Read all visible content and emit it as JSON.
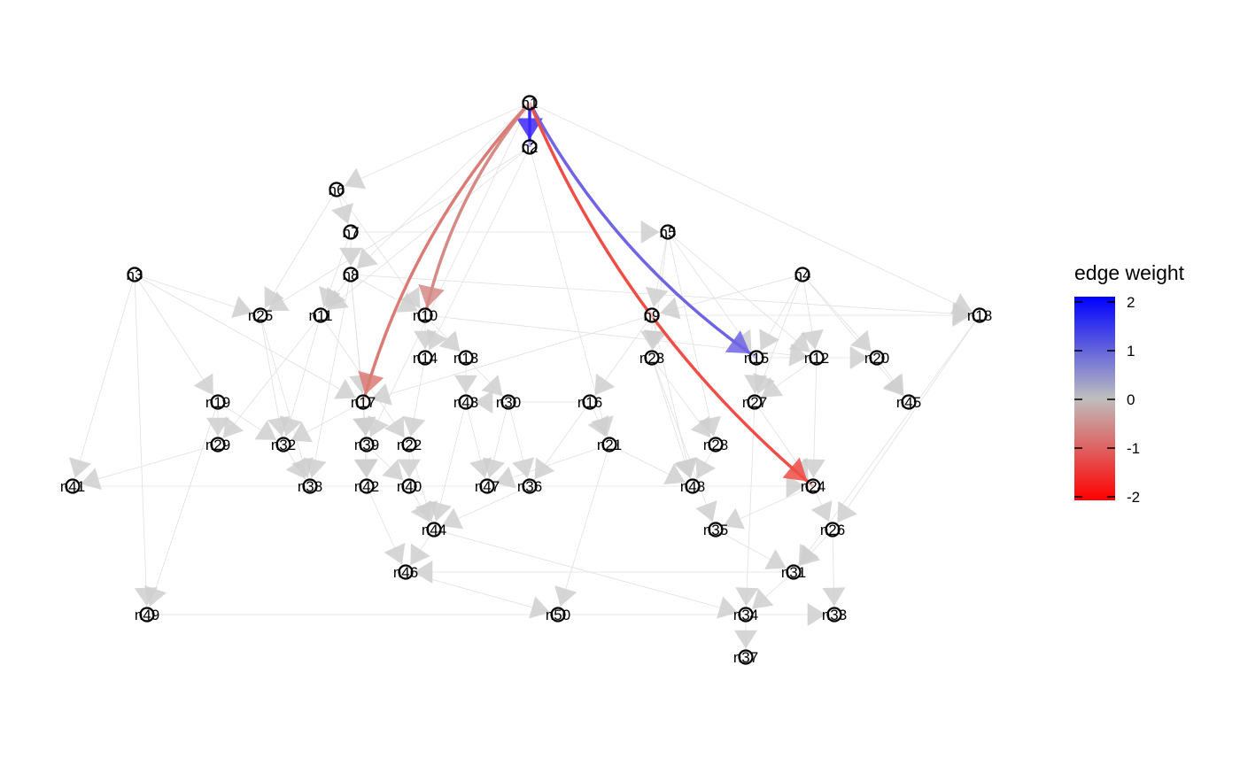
{
  "legend": {
    "title": "edge weight",
    "ticks": [
      "2",
      "1",
      "0",
      "-1",
      "-2"
    ],
    "colors": {
      "high": "#0000ff",
      "mid": "#bebebe",
      "low": "#ff0000"
    }
  },
  "colors": {
    "background": "#ffffff",
    "edge_default": "#e0e0e0",
    "arrow_default": "#cfcfcf",
    "node_stroke": "#000000"
  },
  "nodes": [
    "n1",
    "n2",
    "n3",
    "n4",
    "n5",
    "n6",
    "n7",
    "n8",
    "n9",
    "n10",
    "n11",
    "n12",
    "n13",
    "n14",
    "n15",
    "n16",
    "n17",
    "n18",
    "n19",
    "n20",
    "n21",
    "n22",
    "n23",
    "n24",
    "n25",
    "n26",
    "n27",
    "n28",
    "n29",
    "n30",
    "n31",
    "n32",
    "n33",
    "n34",
    "n35",
    "n36",
    "n37",
    "n38",
    "n39",
    "n40",
    "n41",
    "n42",
    "n43",
    "n44",
    "n45",
    "n46",
    "n47",
    "n48",
    "n49",
    "n50"
  ],
  "highlighted_edges": [
    {
      "from": "n1",
      "to": "n2",
      "weight": 2
    },
    {
      "from": "n1",
      "to": "n15",
      "weight": 1.2
    },
    {
      "from": "n1",
      "to": "n10",
      "weight": -0.7
    },
    {
      "from": "n1",
      "to": "n17",
      "weight": -0.9
    },
    {
      "from": "n1",
      "to": "n24",
      "weight": -1.5
    }
  ],
  "edges": [
    [
      "n1",
      "n6"
    ],
    [
      "n1",
      "n8"
    ],
    [
      "n1",
      "n18"
    ],
    [
      "n1",
      "n39"
    ],
    [
      "n2",
      "n25"
    ],
    [
      "n2",
      "n21"
    ],
    [
      "n2",
      "n11"
    ],
    [
      "n2",
      "n14"
    ],
    [
      "n3",
      "n25"
    ],
    [
      "n3",
      "n19"
    ],
    [
      "n3",
      "n41"
    ],
    [
      "n3",
      "n49"
    ],
    [
      "n3",
      "n17"
    ],
    [
      "n4",
      "n12"
    ],
    [
      "n4",
      "n27"
    ],
    [
      "n4",
      "n20"
    ],
    [
      "n4",
      "n9"
    ],
    [
      "n4",
      "n45"
    ],
    [
      "n4",
      "n15"
    ],
    [
      "n5",
      "n9"
    ],
    [
      "n5",
      "n15"
    ],
    [
      "n5",
      "n12"
    ],
    [
      "n5",
      "n23"
    ],
    [
      "n5",
      "n28"
    ],
    [
      "n6",
      "n7"
    ],
    [
      "n6",
      "n25"
    ],
    [
      "n6",
      "n10"
    ],
    [
      "n7",
      "n8"
    ],
    [
      "n7",
      "n11"
    ],
    [
      "n7",
      "n5"
    ],
    [
      "n8",
      "n10"
    ],
    [
      "n8",
      "n11"
    ],
    [
      "n8",
      "n17"
    ],
    [
      "n8",
      "n39"
    ],
    [
      "n8",
      "n18"
    ],
    [
      "n8",
      "n38"
    ],
    [
      "n9",
      "n16"
    ],
    [
      "n9",
      "n23"
    ],
    [
      "n9",
      "n48"
    ],
    [
      "n9",
      "n17"
    ],
    [
      "n9",
      "n18"
    ],
    [
      "n10",
      "n14"
    ],
    [
      "n10",
      "n13"
    ],
    [
      "n10",
      "n12"
    ],
    [
      "n11",
      "n32"
    ],
    [
      "n11",
      "n22"
    ],
    [
      "n11",
      "n29"
    ],
    [
      "n12",
      "n24"
    ],
    [
      "n12",
      "n27"
    ],
    [
      "n13",
      "n43"
    ],
    [
      "n13",
      "n30"
    ],
    [
      "n14",
      "n22"
    ],
    [
      "n15",
      "n27"
    ],
    [
      "n15",
      "n20"
    ],
    [
      "n16",
      "n21"
    ],
    [
      "n16",
      "n36"
    ],
    [
      "n16",
      "n43"
    ],
    [
      "n17",
      "n39"
    ],
    [
      "n17",
      "n42"
    ],
    [
      "n17",
      "n32"
    ],
    [
      "n18",
      "n26"
    ],
    [
      "n18",
      "n31"
    ],
    [
      "n19",
      "n29"
    ],
    [
      "n19",
      "n32"
    ],
    [
      "n20",
      "n45"
    ],
    [
      "n21",
      "n47"
    ],
    [
      "n21",
      "n48"
    ],
    [
      "n21",
      "n50"
    ],
    [
      "n22",
      "n40"
    ],
    [
      "n22",
      "n44"
    ],
    [
      "n23",
      "n28"
    ],
    [
      "n23",
      "n48"
    ],
    [
      "n23",
      "n35"
    ],
    [
      "n24",
      "n26"
    ],
    [
      "n24",
      "n35"
    ],
    [
      "n25",
      "n32"
    ],
    [
      "n25",
      "n38"
    ],
    [
      "n26",
      "n31"
    ],
    [
      "n26",
      "n33"
    ],
    [
      "n27",
      "n24"
    ],
    [
      "n27",
      "n34"
    ],
    [
      "n28",
      "n48"
    ],
    [
      "n29",
      "n41"
    ],
    [
      "n30",
      "n36"
    ],
    [
      "n30",
      "n47"
    ],
    [
      "n31",
      "n46"
    ],
    [
      "n31",
      "n34"
    ],
    [
      "n32",
      "n38"
    ],
    [
      "n34",
      "n37"
    ],
    [
      "n35",
      "n31"
    ],
    [
      "n36",
      "n44"
    ],
    [
      "n39",
      "n42"
    ],
    [
      "n39",
      "n40"
    ],
    [
      "n40",
      "n44"
    ],
    [
      "n41",
      "n24"
    ],
    [
      "n42",
      "n46"
    ],
    [
      "n43",
      "n44"
    ],
    [
      "n43",
      "n47"
    ],
    [
      "n44",
      "n46"
    ],
    [
      "n44",
      "n34"
    ],
    [
      "n46",
      "n50"
    ],
    [
      "n49",
      "n33"
    ],
    [
      "n19",
      "n49"
    ]
  ]
}
